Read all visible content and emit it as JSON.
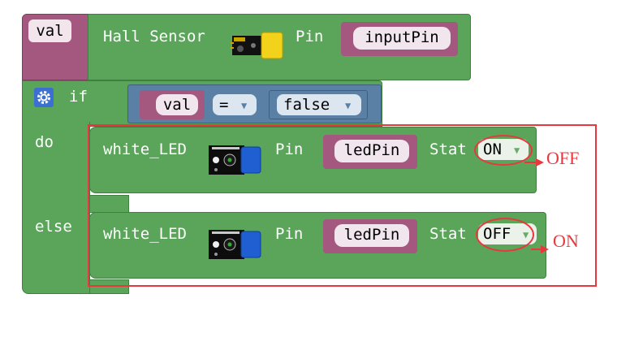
{
  "set_block": {
    "var_name": "val",
    "sensor_label": "Hall Sensor",
    "pin_label": "Pin",
    "pin_value": "inputPin"
  },
  "if_block": {
    "if_label": "if",
    "do_label": "do",
    "else_label": "else",
    "condition": {
      "left_var": "val",
      "operator": "=",
      "right_value": "false"
    }
  },
  "led_blocks": [
    {
      "label": "white_LED",
      "pin_label": "Pin",
      "pin_value": "ledPin",
      "stat_label": "Stat",
      "stat_value": "ON"
    },
    {
      "label": "white_LED",
      "pin_label": "Pin",
      "pin_value": "ledPin",
      "stat_label": "Stat",
      "stat_value": "OFF"
    }
  ],
  "annotations": {
    "first": "OFF",
    "second": "ON",
    "color": "#e8383d"
  },
  "colors": {
    "logic_green": "#5ba55b",
    "variable_purple": "#a5587f",
    "compare_blue": "#5b80a5",
    "highlight_red": "#e8383d"
  },
  "icons": {
    "gear": "gear-icon",
    "hall_sensor": "hall-sensor-module-icon",
    "led_module": "led-module-icon",
    "dropdown": "triangle-down-icon"
  }
}
